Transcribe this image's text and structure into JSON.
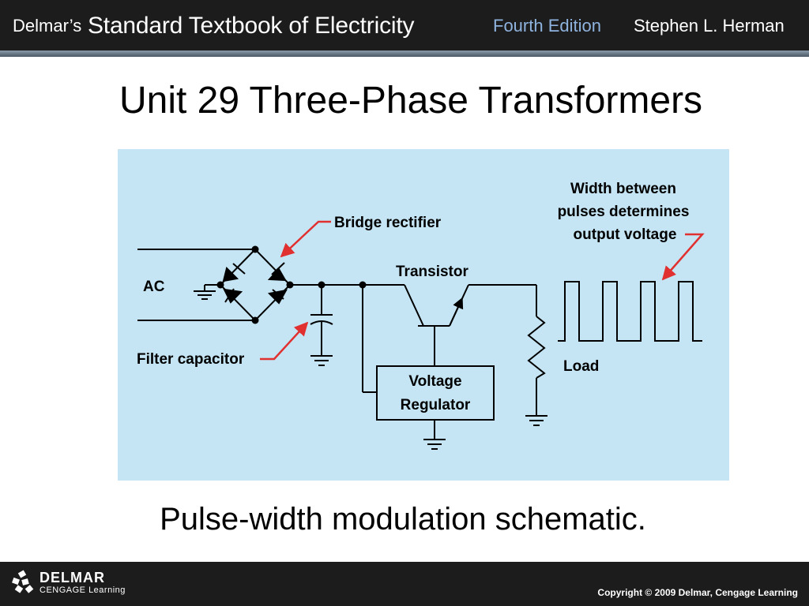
{
  "header": {
    "brand": "Delmar’s",
    "book_title": "Standard Textbook of Electricity",
    "edition": "Fourth Edition",
    "author": "Stephen L. Herman"
  },
  "slide": {
    "title": "Unit 29 Three-Phase Transformers",
    "caption": "Pulse-width modulation schematic."
  },
  "diagram": {
    "labels": {
      "ac": "AC",
      "bridge_rectifier": "Bridge rectifier",
      "filter_capacitor": "Filter capacitor",
      "transistor": "Transistor",
      "voltage_regulator_line1": "Voltage",
      "voltage_regulator_line2": "Regulator",
      "load": "Load",
      "width_note_line1": "Width between",
      "width_note_line2": "pulses determines",
      "width_note_line3": "output voltage"
    },
    "colors": {
      "background": "#c5e5f4",
      "line": "#000000",
      "arrow": "#e03030"
    }
  },
  "footer": {
    "logo_name": "DELMAR",
    "logo_sub": "CENGAGE Learning",
    "copyright": "Copyright © 2009 Delmar, Cengage Learning"
  }
}
